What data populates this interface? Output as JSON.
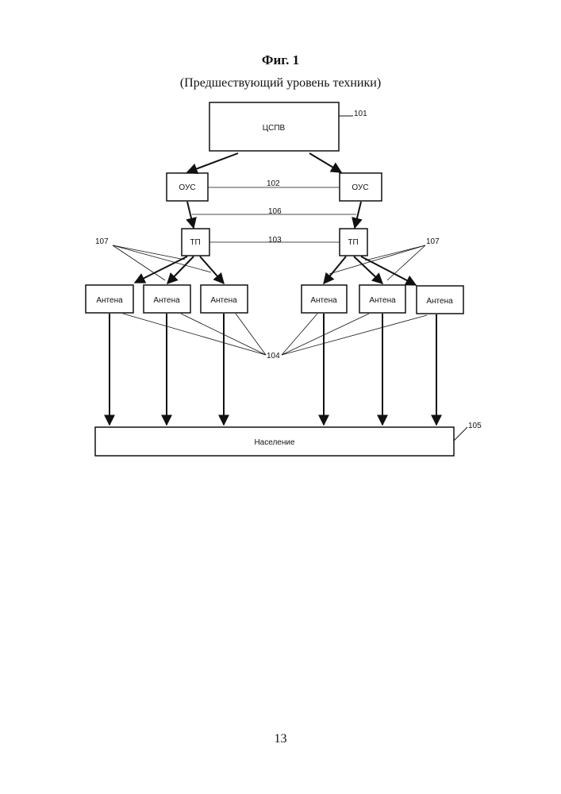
{
  "figure": {
    "title": "Фиг. 1",
    "subtitle": "(Предшествующий уровень техники)"
  },
  "diagram": {
    "central_box": {
      "label": "ЦСПВ",
      "ref": "101"
    },
    "left_ous": {
      "label": "ОУС"
    },
    "right_ous": {
      "label": "ОУС"
    },
    "left_tp": {
      "label": "ТП"
    },
    "right_tp": {
      "label": "ТП"
    },
    "antennas": [
      {
        "label": "Антена"
      },
      {
        "label": "Антена"
      },
      {
        "label": "Антена"
      },
      {
        "label": "Антена"
      },
      {
        "label": "Антена"
      },
      {
        "label": "Антена"
      }
    ],
    "population_box": {
      "label": "Население",
      "ref": "105"
    },
    "refs": {
      "ous_link": "102",
      "tp_link": "103",
      "antennas": "104",
      "ous_tp_link": "106",
      "tp_left": "107",
      "tp_right": "107"
    }
  },
  "page_number": "13"
}
